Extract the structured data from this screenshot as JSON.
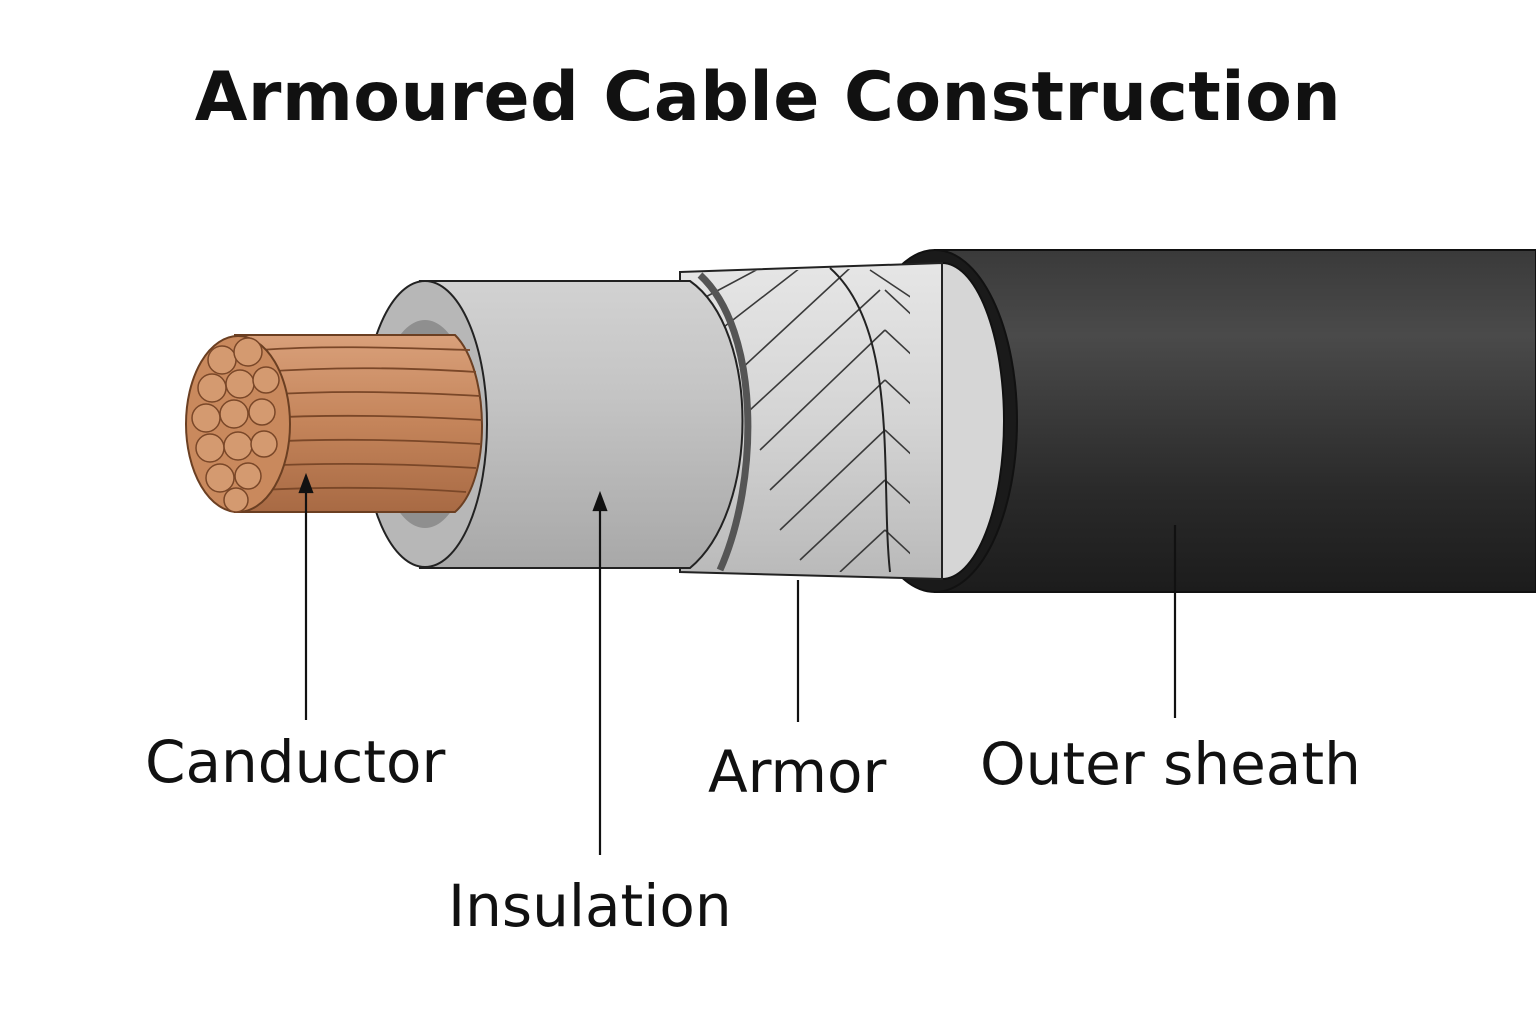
{
  "title": "Armoured Cable Construction",
  "labels": {
    "conductor": "Canductor",
    "insulation": "Insulation",
    "armor": "Armor",
    "outer_sheath": "Outer sheath"
  },
  "colors": {
    "conductor": "#c98a5e",
    "conductor_dark": "#8a5434",
    "insulation": "#c9c9c9",
    "armor": "#d9d9d9",
    "sheath": "#2b2b2b",
    "text": "#111111"
  }
}
